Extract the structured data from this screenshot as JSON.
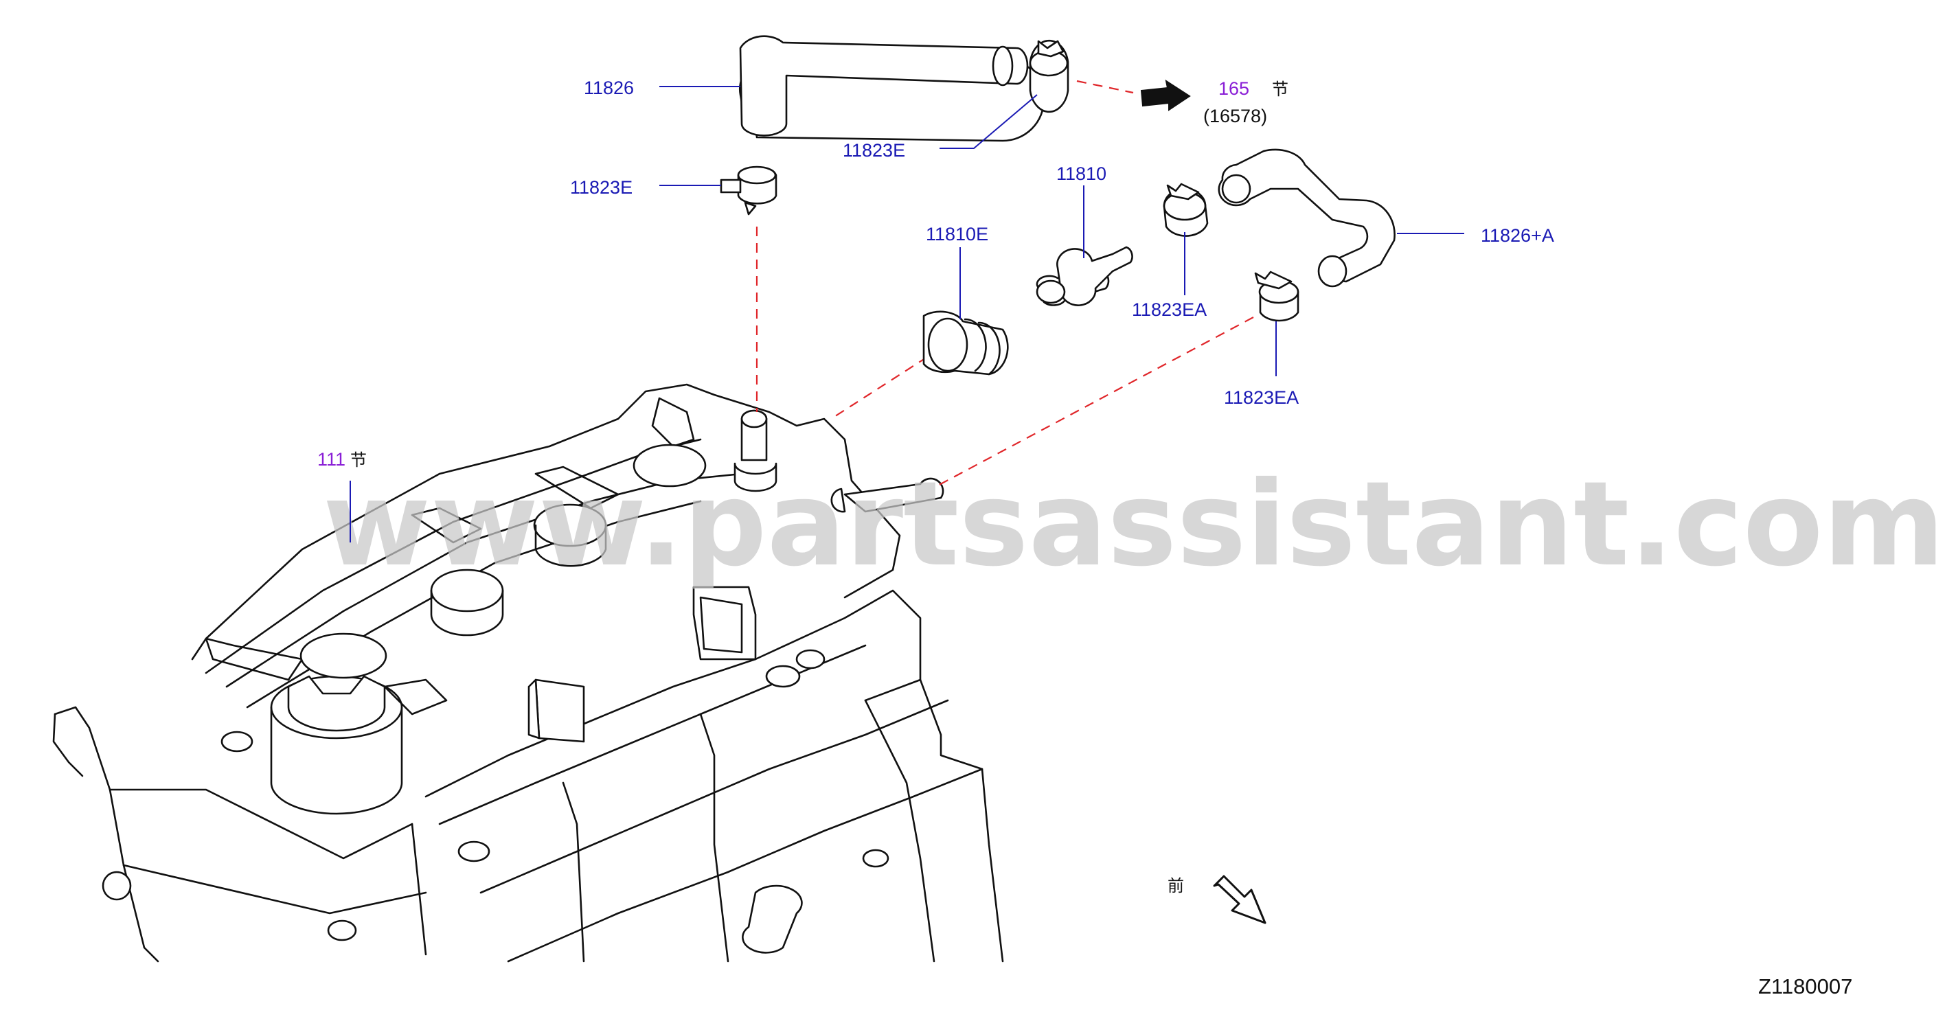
{
  "diagram": {
    "watermark": "www.partsassistant.com",
    "diagram_code": "Z1180007",
    "front_marker": "前",
    "parts": [
      {
        "id": "hose-upper",
        "label": "11826"
      },
      {
        "id": "clamp-upper",
        "label": "11823E"
      },
      {
        "id": "clamp-left",
        "label": "11823E"
      },
      {
        "id": "grommet",
        "label": "11810E"
      },
      {
        "id": "pcv-valve",
        "label": "11810"
      },
      {
        "id": "hose-right",
        "label": "11826+A"
      },
      {
        "id": "clamp-right-a",
        "label": "11823EA"
      },
      {
        "id": "clamp-right-b",
        "label": "11823EA"
      }
    ],
    "references": [
      {
        "id": "ref-section-165",
        "section": "165",
        "suffix": "节",
        "sub": "(16578)"
      },
      {
        "id": "ref-section-111",
        "section": "111",
        "suffix": "节"
      }
    ],
    "colors": {
      "part_label": "#1a1ab4",
      "ref_label": "#8a1fd6",
      "dashed_line": "#e0262a",
      "arrow": "#111111",
      "watermark": "#c9c9c9"
    },
    "icons": [
      "arrow-right-icon",
      "front-arrow-icon"
    ]
  }
}
